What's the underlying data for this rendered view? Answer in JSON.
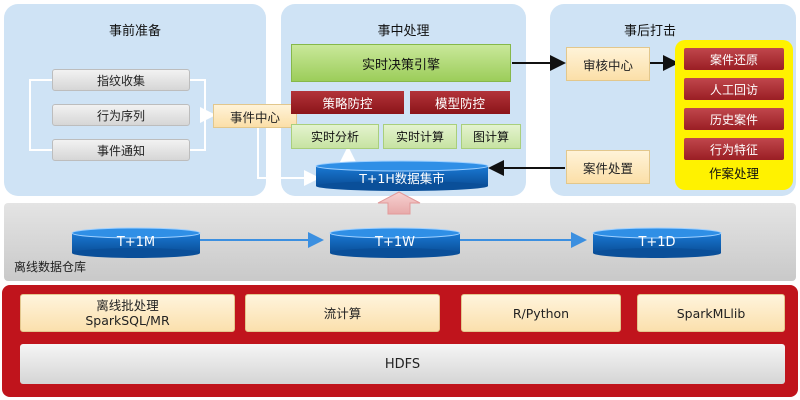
{
  "pre_event": {
    "title": "事前准备",
    "items": [
      "指纹收集",
      "行为序列",
      "事件通知"
    ]
  },
  "event_center": "事件中心",
  "in_event": {
    "title": "事中处理",
    "decision_engine": "实时决策引擎",
    "strategy": "策略防控",
    "model": "模型防控",
    "compute": [
      "实时分析",
      "实时计算",
      "图计算"
    ],
    "dataset": "T+1H数据集市"
  },
  "post_event": {
    "title": "事后打击",
    "audit": "审核中心",
    "case_handling": "案件处置",
    "cases": [
      "案件还原",
      "人工回访",
      "历史案件",
      "行为特征"
    ],
    "case_label": "作案处理"
  },
  "warehouse": {
    "label": "离线数据仓库",
    "nodes": [
      "T+1M",
      "T+1W",
      "T+1D"
    ]
  },
  "platform": {
    "batch_line1": "离线批处理",
    "batch_line2": "SparkSQL/MR",
    "stream": "流计算",
    "rpython": "R/Python",
    "sparkml": "SparkMLlib",
    "hdfs": "HDFS"
  },
  "colors": {
    "panel": "#cfe3f5",
    "warehouse_band": "#d4d4d4",
    "platform_red": "#c0141c",
    "cylinder_blue": "#0b62b8",
    "highlight_yellow": "#fff200",
    "arrow_blue": "#3b8fe0"
  }
}
